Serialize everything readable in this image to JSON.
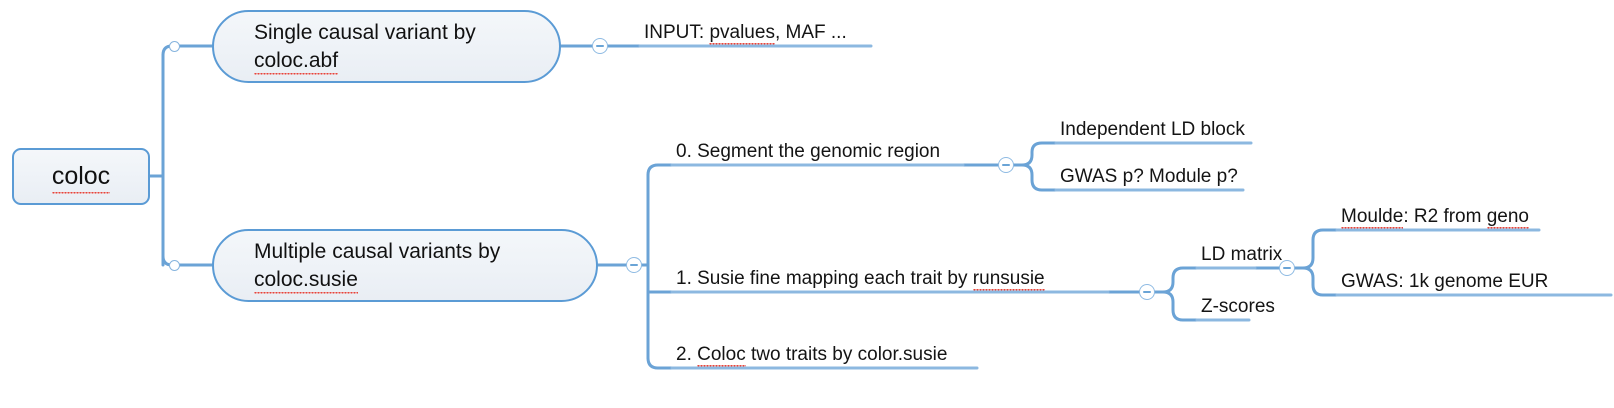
{
  "diagram": {
    "type": "mindmap",
    "title": "coloc",
    "accent_color": "#5b9bd5",
    "node_fill": "#eef2f7",
    "line_color": "#6ba3d6",
    "underline_color": "#8cb8e0",
    "text_color": "#141414",
    "spellcheck_color": "#e8443a",
    "background": "#ffffff"
  },
  "root": {
    "label": "coloc",
    "spellchecked": true,
    "shape": "rounded-rect"
  },
  "branches": [
    {
      "id": "branch-single",
      "label": "Single causal variant by\ncoloc.abf",
      "line1": "Single causal variant by",
      "line2": "coloc.abf",
      "shape": "pill",
      "collapse_button": "minus",
      "children": [
        {
          "id": "leaf-input",
          "label": "INPUT: pvalues, MAF ...",
          "shape": "underline",
          "collapse_button": "minus"
        }
      ]
    },
    {
      "id": "branch-multiple",
      "label": "Multiple causal variants by\ncoloc.susie",
      "line1": "Multiple causal variants by",
      "line2": "coloc.susie",
      "shape": "pill",
      "collapse_button": "minus",
      "children": [
        {
          "id": "step-0",
          "label": "0. Segment the genomic region",
          "shape": "underline",
          "collapse_button": "minus",
          "children": [
            {
              "id": "leaf-ld-block",
              "label": "Independent LD block",
              "shape": "underline"
            },
            {
              "id": "leaf-gwas-module-p",
              "label": "GWAS p? Module p?",
              "shape": "underline"
            }
          ]
        },
        {
          "id": "step-1",
          "label": "1. Susie fine mapping each trait by runsusie",
          "shape": "underline",
          "collapse_button": "minus",
          "children": [
            {
              "id": "leaf-ld-matrix",
              "label": "LD matrix",
              "shape": "underline",
              "collapse_button": "minus",
              "children": [
                {
                  "id": "leaf-moulde-r2",
                  "label": "Moulde: R2 from geno",
                  "shape": "underline"
                },
                {
                  "id": "leaf-gwas-1k",
                  "label": "GWAS: 1k genome EUR",
                  "shape": "underline"
                }
              ]
            },
            {
              "id": "leaf-z-scores",
              "label": "Z-scores",
              "shape": "underline"
            }
          ]
        },
        {
          "id": "step-2",
          "label": "2. Coloc two traits by color.susie",
          "shape": "underline"
        }
      ]
    }
  ],
  "labels": {
    "root": "coloc",
    "single_line1": "Single causal variant by",
    "single_line2": "coloc.abf",
    "multiple_line1": "Multiple causal variants by",
    "multiple_line2": "coloc.susie",
    "input": "INPUT: ",
    "input_sp": "pvalues",
    "input_tail": ", MAF ...",
    "step0": "0. Segment the genomic region",
    "ld_block": "Independent LD block",
    "gwas_module_p": "GWAS p? Module p?",
    "step1_head": "1. Susie fine mapping each trait by ",
    "step1_sp": "runsusie",
    "ld_matrix": "LD matrix",
    "z_scores": "Z-scores",
    "moulde_sp": "Moulde",
    "moulde_mid": ": R2 from ",
    "moulde_sp2": "geno",
    "gwas_1k": "GWAS: 1k genome EUR",
    "step2_head": "2. ",
    "step2_sp": "Coloc",
    "step2_tail": " two traits by color.susie"
  }
}
